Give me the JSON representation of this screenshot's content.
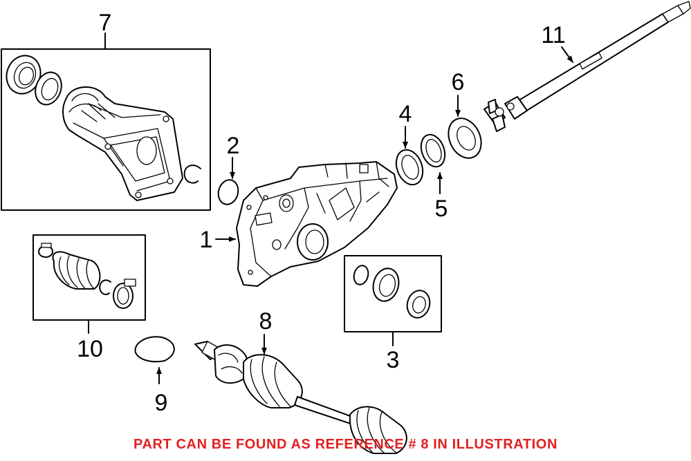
{
  "callouts": {
    "c1": "1",
    "c2": "2",
    "c3": "3",
    "c4": "4",
    "c5": "5",
    "c6": "6",
    "c7": "7",
    "c8": "8",
    "c9": "9",
    "c10": "10",
    "c11": "11"
  },
  "caption": "PART CAN BE FOUND AS REFERENCE # 8 IN ILLUSTRATION",
  "colors": {
    "caption": "#e02020",
    "line": "#000000",
    "background": "#ffffff"
  }
}
